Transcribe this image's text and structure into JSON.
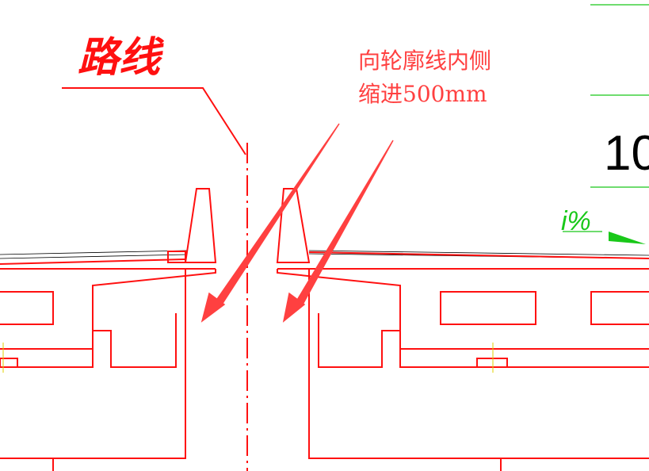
{
  "labels": {
    "centerline_label": "路线",
    "note_line1": "向轮廓线内侧",
    "note_line2": "缩进500mm",
    "dimension_value": "10",
    "slope_label": "i%"
  },
  "colors": {
    "structure": "#ff1010",
    "arrow": "#ff4040",
    "dimension": "#19c819",
    "text_black": "#000000",
    "yellow_mark": "#e0d000"
  },
  "icons": {
    "arrow_left": "arrow-icon",
    "arrow_right": "arrow-icon",
    "slope_arrow": "slope-arrow-icon"
  }
}
